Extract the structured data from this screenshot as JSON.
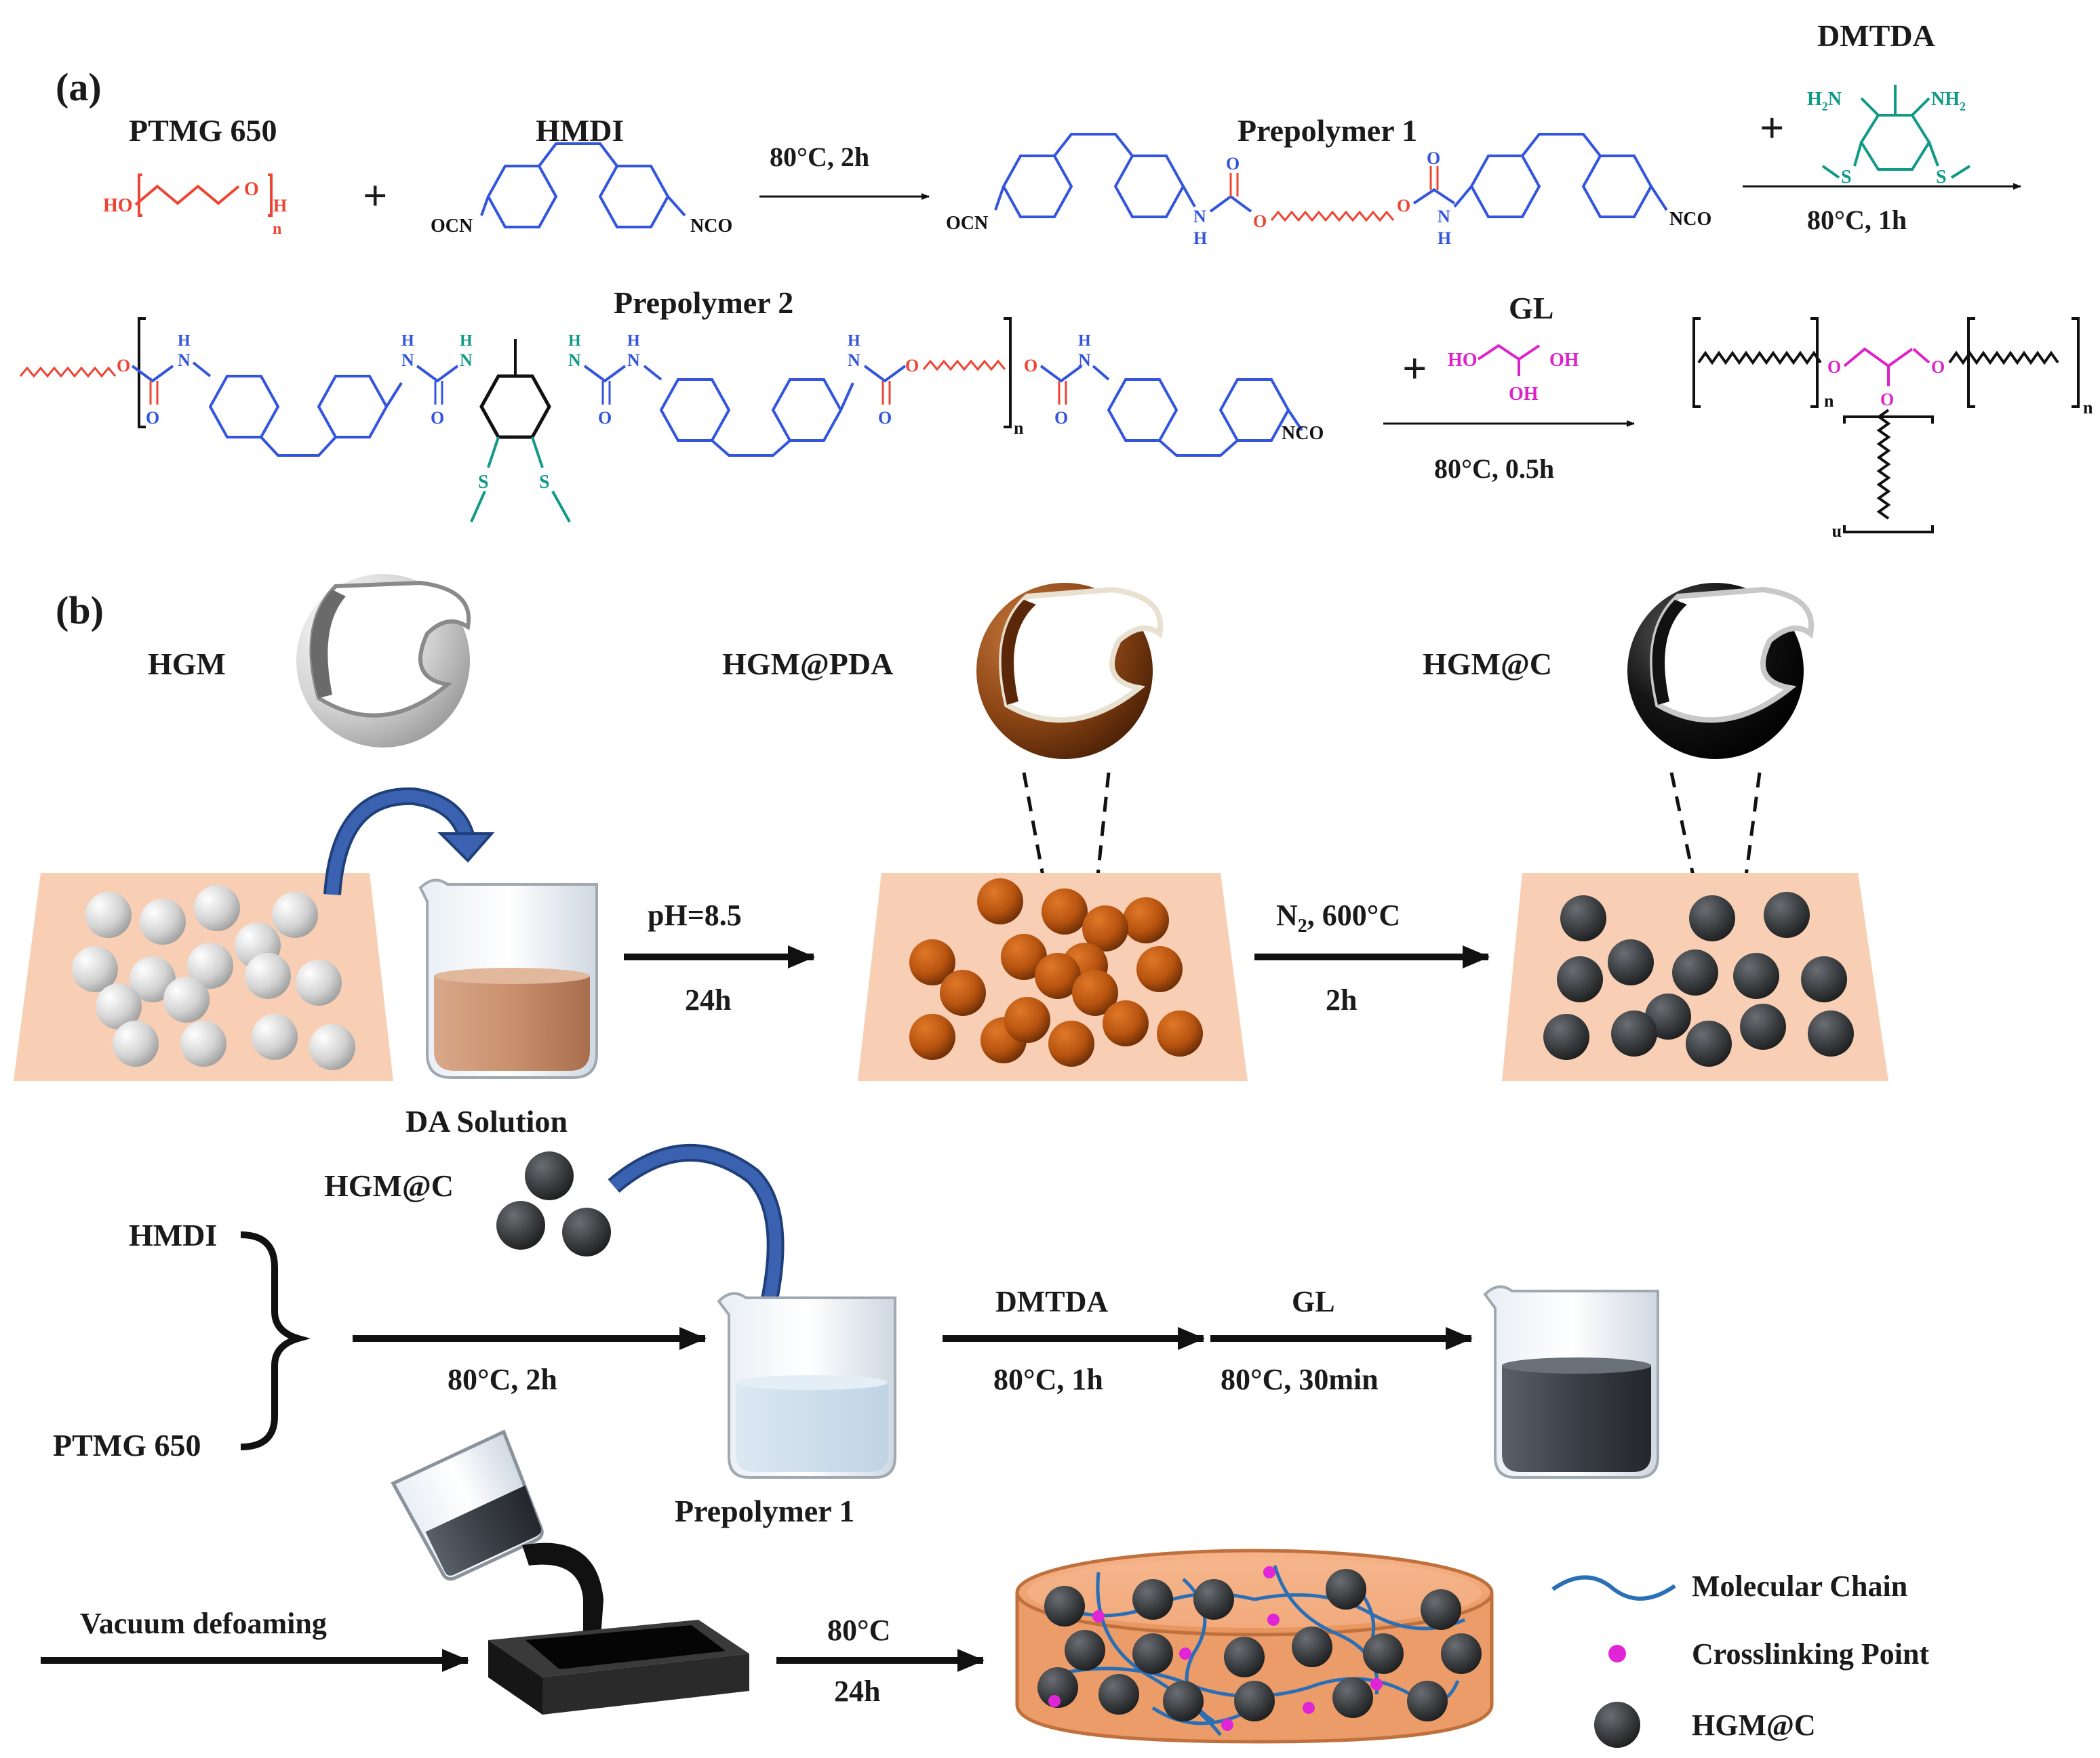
{
  "panel_a": {
    "tag": "(a)",
    "ptmg_label": "PTMG 650",
    "ptmg_ho": "HO",
    "ptmg_o": "O",
    "ptmg_h": "H",
    "ptmg_n": "n",
    "plus": "+",
    "hmdi_label": "HMDI",
    "ocn": "OCN",
    "nco": "NCO",
    "step1_condition": "80°C, 2h",
    "prepolymer1_label": "Prepolymer 1",
    "dmtda_label": "DMTDA",
    "h2n": "H",
    "h2n_sub": "2",
    "h2n_n": "N",
    "nh2": "NH",
    "nh2_sub": "2",
    "s_atom": "S",
    "step2_condition": "80°C, 1h",
    "prepolymer2_label": "Prepolymer 2",
    "gl_label": "GL",
    "gl_ho": "HO",
    "gl_oh": "OH",
    "step3_condition": "80°C, 0.5h",
    "n_atom": "N",
    "h_atom": "H",
    "o_atom": "O",
    "colors": {
      "ptmg": "#ee4433",
      "hmdi": "#3355dd",
      "dmtda": "#119988",
      "gl": "#dd22cc"
    }
  },
  "panel_b": {
    "tag": "(b)",
    "hgm_label": "HGM",
    "hgm_pda_label": "HGM@PDA",
    "hgm_c_label": "HGM@C",
    "ph_condition": "pH=8.5",
    "time_24h": "24h",
    "n2_condition_prefix": "N",
    "n2_condition_sub": "2",
    "n2_condition_suffix": ", 600°C",
    "time_2h": "2h",
    "da_solution_label": "DA Solution",
    "hgm_c_label_2": "HGM@C",
    "hmdi_label": "HMDI",
    "ptmg_label": "PTMG 650",
    "mix_condition": "80°C, 2h",
    "prepolymer1_label": "Prepolymer 1",
    "dmtda_label": "DMTDA",
    "dmtda_condition": "80°C, 1h",
    "gl_label": "GL",
    "gl_condition": "80°C, 30min",
    "vacuum_label": "Vacuum defoaming",
    "cure_temp": "80°C",
    "cure_time": "24h",
    "legend": {
      "chain": "Molecular Chain",
      "crosslink": "Crosslinking Point",
      "filler": "HGM@C"
    },
    "colors": {
      "tray": "#f8cfb4",
      "pda": "#b85a14",
      "carbon": "#3a3d40",
      "arrow_blue": "#3a62b0",
      "crosslink": "#e025d6",
      "chain": "#2a6fb5"
    }
  }
}
